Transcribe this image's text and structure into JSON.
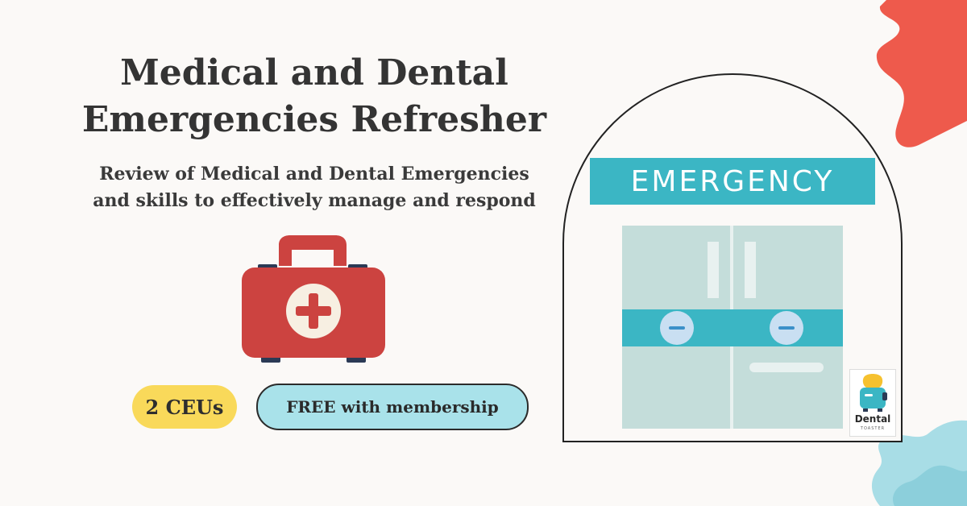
{
  "heading": {
    "line1": "Medical and Dental",
    "line2": "Emergencies Refresher"
  },
  "subheading": {
    "line1": "Review of Medical and Dental Emergencies",
    "line2": "and skills to effectively manage and respond"
  },
  "badges": {
    "ceu": "2 CEUs",
    "membership": "FREE with membership"
  },
  "sign": {
    "text": "EMERGENCY"
  },
  "logo": {
    "name": "Dental",
    "tagline": "TOASTER"
  },
  "icons": [
    "first-aid-kit-icon",
    "emergency-door-icon",
    "dental-toaster-logo"
  ],
  "colors": {
    "background": "#fbf9f7",
    "accent_red": "#ee5a4c",
    "accent_teal": "#3bb6c4",
    "ceu_badge": "#f9d95a",
    "membership_pill": "#a9e2ea",
    "kit_red": "#cc4340"
  }
}
